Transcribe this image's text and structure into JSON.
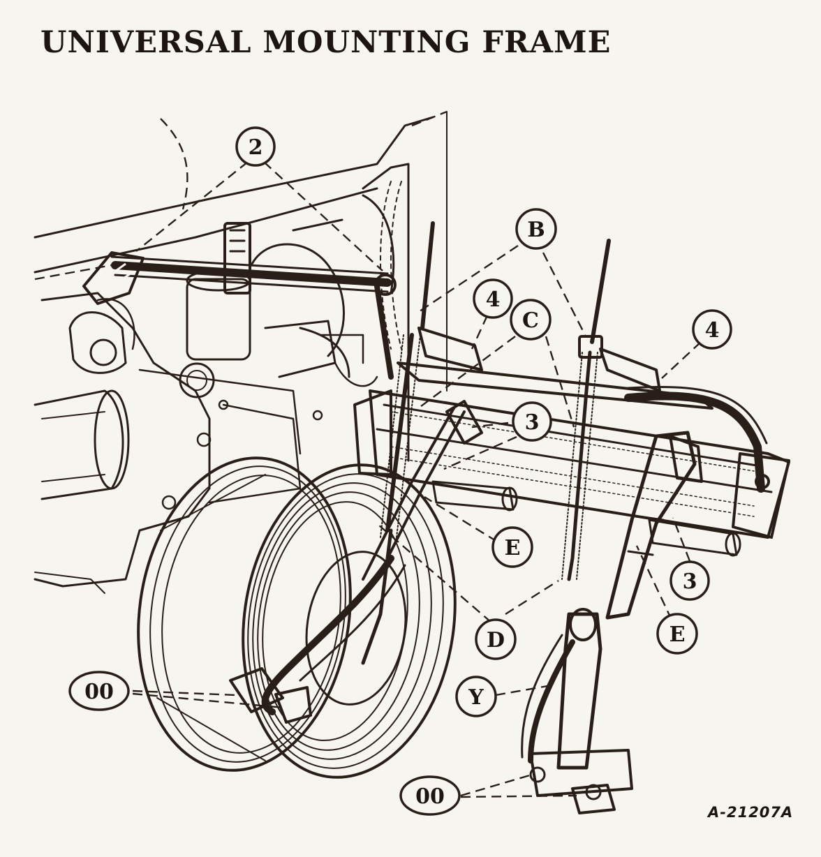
{
  "title": "UNIVERSAL MOUNTING FRAME",
  "figure_number": "A-21207A",
  "callouts": {
    "c2": "2",
    "cB": "B",
    "c4a": "4",
    "cC": "C",
    "c4b": "4",
    "c3a": "3",
    "cE1": "E",
    "c3b": "3",
    "cD": "D",
    "cE2": "E",
    "cY": "Y",
    "c00a": "00",
    "c00b": "00"
  },
  "colors": {
    "ink": "#2a1e19",
    "paper": "#f7f5f0"
  }
}
